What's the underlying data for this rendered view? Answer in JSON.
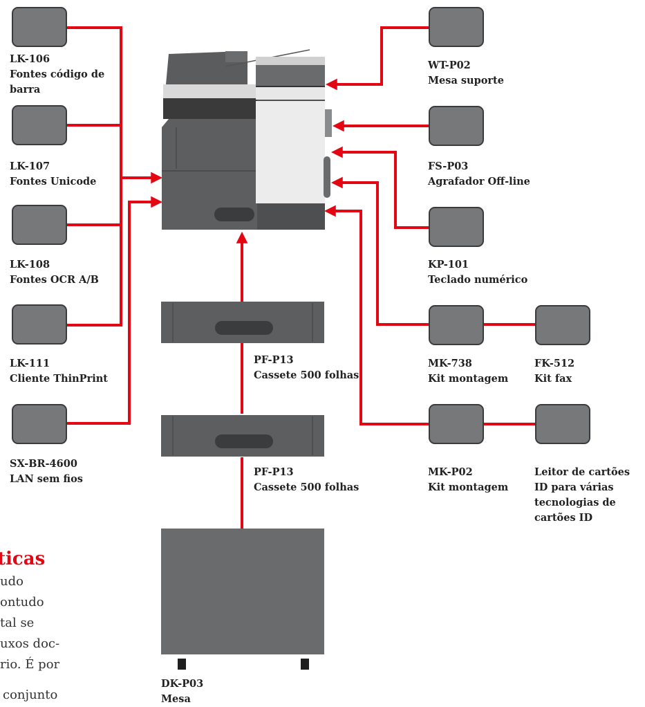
{
  "colors": {
    "line": "#e30613",
    "accessory_box": "#77787a",
    "device_dark": "#5d5e60"
  },
  "left_accessories": [
    {
      "code": "LK-106",
      "desc": [
        "Fontes código de",
        "barra"
      ]
    },
    {
      "code": "LK-107",
      "desc": [
        "Fontes Unicode"
      ]
    },
    {
      "code": "LK-108",
      "desc": [
        "Fontes OCR A/B"
      ]
    },
    {
      "code": "LK-111",
      "desc": [
        "Cliente ThinPrint"
      ]
    },
    {
      "code": "SX-BR-4600",
      "desc": [
        "LAN sem fios"
      ]
    }
  ],
  "right_accessories": [
    {
      "code": "WT-P02",
      "desc": [
        "Mesa suporte"
      ]
    },
    {
      "code": "FS-P03",
      "desc": [
        "Agrafador Off-line"
      ]
    },
    {
      "code": "KP-101",
      "desc": [
        "Teclado numérico"
      ]
    },
    {
      "code": "MK-738",
      "desc": [
        "Kit montagem"
      ]
    },
    {
      "code": "FK-512",
      "desc": [
        "Kit fax"
      ]
    },
    {
      "code": "MK-P02",
      "desc": [
        "Kit montagem"
      ]
    },
    {
      "code": "Leitor de cartões",
      "desc": [
        "ID para várias",
        "tecnologias de",
        "cartões ID"
      ]
    }
  ],
  "center_options": [
    {
      "code": "PF-P13",
      "desc": [
        "Cassete 500 folhas"
      ]
    },
    {
      "code": "PF-P13",
      "desc": [
        "Cassete 500 folhas"
      ]
    },
    {
      "code": "DK-P03",
      "desc": [
        "Mesa"
      ]
    }
  ],
  "side_text": {
    "heading": "ticas",
    "lines": [
      "udo",
      "ontudo",
      "tal se",
      "uxos doc-",
      "rio. É por",
      "conjunto"
    ]
  }
}
